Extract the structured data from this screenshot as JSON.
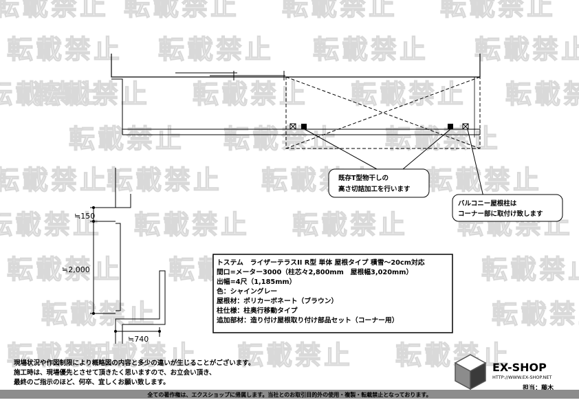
{
  "watermark": "転載禁止",
  "callouts": {
    "existing_dryer": [
      "既存T型物干しの",
      "高さ切詰加工を行います"
    ],
    "balcony_post": [
      "バルコニー屋根柱は",
      "コーナー部に取付け致します"
    ]
  },
  "dimensions": {
    "top": "≒150",
    "height": "≒2,000",
    "depth": "≒740"
  },
  "spec": {
    "lines": [
      "トステム　ライザーテラスII R型 単体 屋根タイプ 積雪～20cm対応",
      "間口=メーター3000（柱芯々2,800mm　屋根幅3,020mm）",
      "出幅=4尺（1,185mm）",
      "色：シャイングレー",
      "屋根材：ポリカーボネート（ブラウン）",
      "柱仕様：柱奥行移動タイプ",
      "追加部材：造り付け屋根取り付け部品セット（コーナー用）"
    ]
  },
  "notes": [
    "現場状況や作図制限により概略図の内容と多少の違いが生じることがございます。",
    "施工時は、現場優先とさせて頂きたく思いますので、お立会い頂き、",
    "最終のご指示のほど、何卒、宜しくお願い致します。"
  ],
  "logo": {
    "name": "EX-SHOP",
    "url": "HTTP://WWW.EX-SHOP.NET",
    "staff": "担当：藤木"
  },
  "footer": "全ての著作権は、エクスショップに帰属します。当社とのお取引目的外の使用・複製・転載禁止となっております。"
}
